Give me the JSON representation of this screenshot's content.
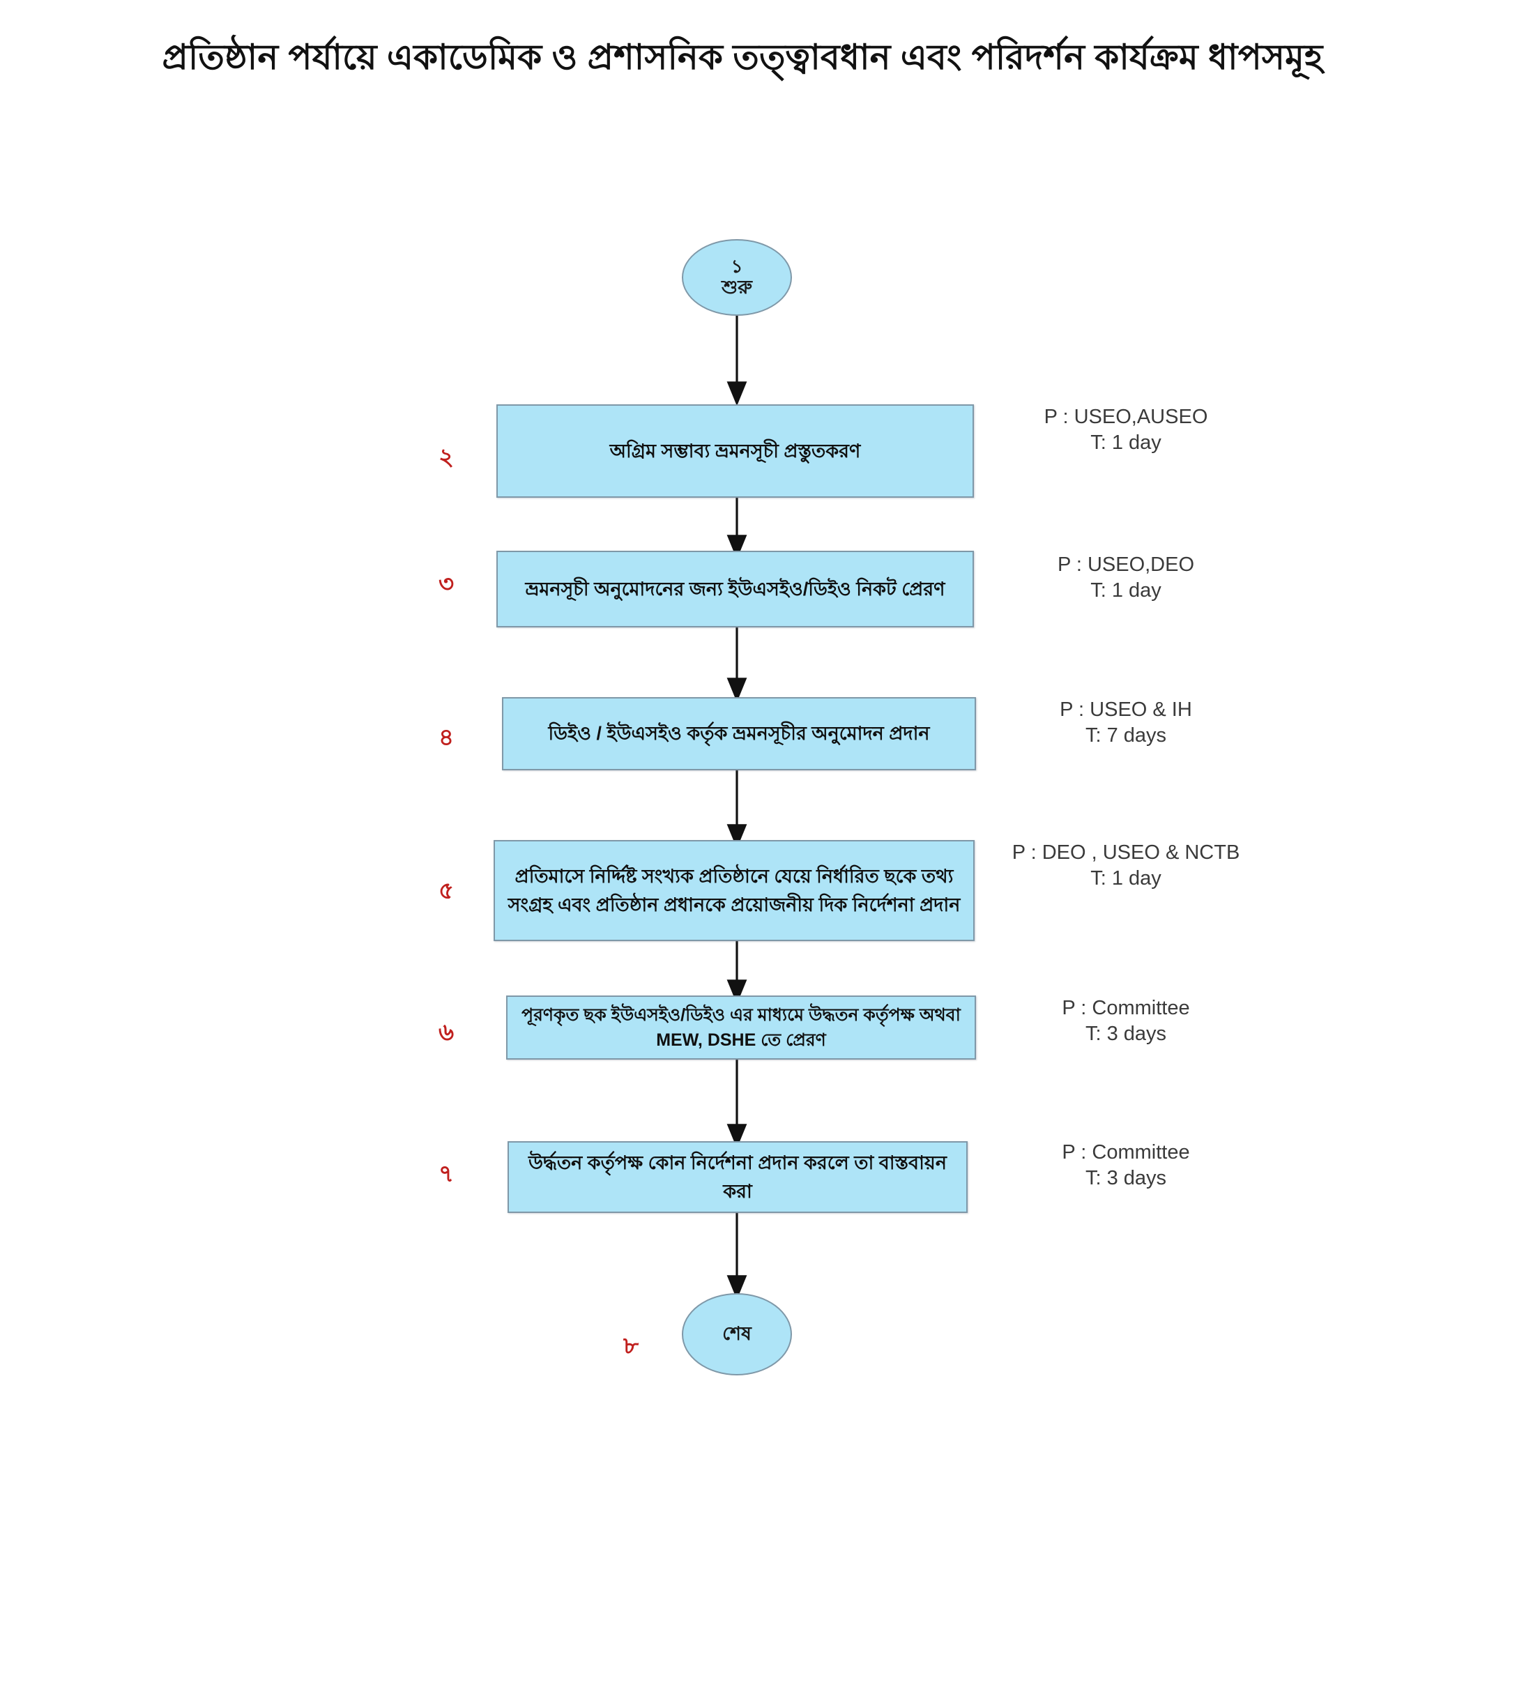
{
  "title": "প্রতিষ্ঠান পর্যায়ে একাডেমিক ও প্রশাসনিক তত্ত্বাবধান এবং পরিদর্শন কার্যক্রম ধাপসমূহ",
  "colors": {
    "node_fill": "#aee4f7",
    "node_border": "#7f98a8",
    "step_number": "#c0201e",
    "annotation_text": "#3a3a3a",
    "arrow": "#111111",
    "background": "#ffffff"
  },
  "chart_data": {
    "type": "flowchart",
    "orientation": "top-to-bottom",
    "title": "প্রতিষ্ঠান পর্যায়ে একাডেমিক ও প্রশাসনিক তত্ত্বাবধান এবং পরিদর্শন কার্যক্রম ধাপসমূহ",
    "nodes": [
      {
        "id": "n1",
        "step": "১",
        "shape": "ellipse",
        "role": "start",
        "label": "শুরু",
        "annotation_p": "",
        "annotation_t": ""
      },
      {
        "id": "n2",
        "step": "২",
        "shape": "rectangle",
        "role": "process",
        "label": "অগ্রিম সম্ভাব্য ভ্রমনসূচী প্রস্তুতকরণ",
        "annotation_p": "P : USEO,AUSEO",
        "annotation_t": "T: 1 day"
      },
      {
        "id": "n3",
        "step": "৩",
        "shape": "rectangle",
        "role": "process",
        "label": "ভ্রমনসূচী অনুমোদনের জন্য ইউএসইও/ডিইও নিকট  প্রেরণ",
        "annotation_p": "P : USEO,DEO",
        "annotation_t": "T: 1 day"
      },
      {
        "id": "n4",
        "step": "৪",
        "shape": "rectangle",
        "role": "process",
        "label": "ডিইও / ইউএসইও কর্তৃক ভ্রমনসূচীর অনুমোদন প্রদান",
        "annotation_p": "P : USEO & IH",
        "annotation_t": "T: 7 days"
      },
      {
        "id": "n5",
        "step": "৫",
        "shape": "rectangle",
        "role": "process",
        "label": "প্রতিমাসে নির্দ্দিষ্ট সংখ্যক প্রতিষ্ঠানে যেয়ে নির্ধারিত ছকে তথ্য সংগ্রহ এবং প্রতিষ্ঠান প্রধানকে প্রয়োজনীয় দিক নির্দেশনা প্রদান",
        "annotation_p": "P : DEO , USEO & NCTB",
        "annotation_t": "T: 1 day"
      },
      {
        "id": "n6",
        "step": "৬",
        "shape": "rectangle",
        "role": "process",
        "label": "পূরণকৃত ছক ইউএসইও/ডিইও  এর মাধ্যমে উদ্ধতন কর্তৃপক্ষ অথবা MEW, DSHE তে প্রেরণ",
        "annotation_p": "P : Committee",
        "annotation_t": "T: 3 days"
      },
      {
        "id": "n7",
        "step": "৭",
        "shape": "rectangle",
        "role": "process",
        "label": "উর্দ্ধতন কর্তৃপক্ষ কোন নির্দেশনা প্রদান করলে তা বাস্তবায়ন করা",
        "annotation_p": "P : Committee",
        "annotation_t": "T: 3 days"
      },
      {
        "id": "n8",
        "step": "৮",
        "shape": "ellipse",
        "role": "end",
        "label": "শেষ",
        "annotation_p": "",
        "annotation_t": ""
      }
    ],
    "edges": [
      {
        "from": "n1",
        "to": "n2"
      },
      {
        "from": "n2",
        "to": "n3"
      },
      {
        "from": "n3",
        "to": "n4"
      },
      {
        "from": "n4",
        "to": "n5"
      },
      {
        "from": "n5",
        "to": "n6"
      },
      {
        "from": "n6",
        "to": "n7"
      },
      {
        "from": "n7",
        "to": "n8"
      }
    ]
  }
}
